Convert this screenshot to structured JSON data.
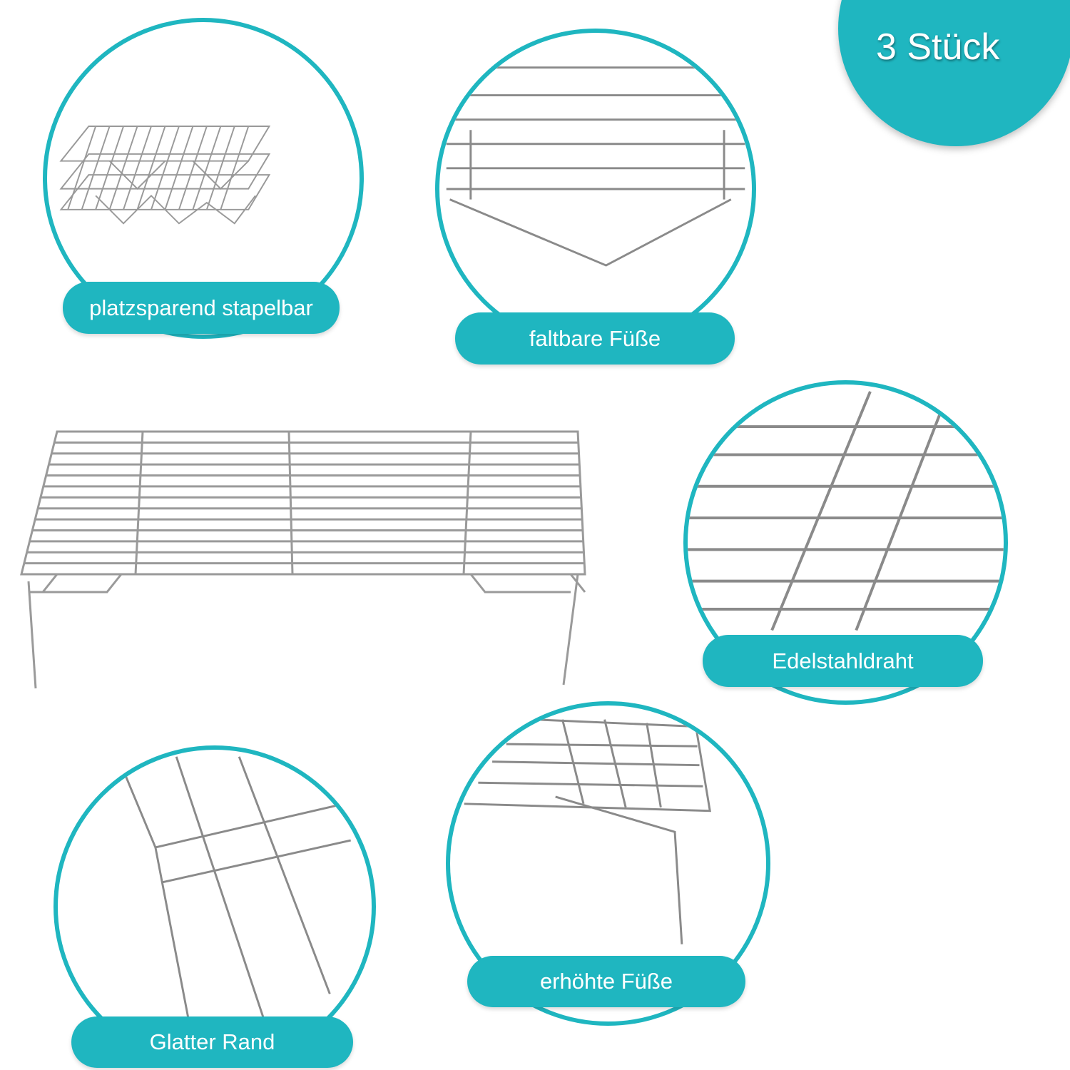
{
  "badge": {
    "text": "3 Stück"
  },
  "features": [
    {
      "label": "platzsparend stapelbar"
    },
    {
      "label": "faltbare Füße"
    },
    {
      "label": "Edelstahldraht"
    },
    {
      "label": "erhöhte Füße"
    },
    {
      "label": "Glatter Rand"
    }
  ],
  "colors": {
    "accent": "#1fb6c0",
    "wire": "#9a9a9a"
  }
}
